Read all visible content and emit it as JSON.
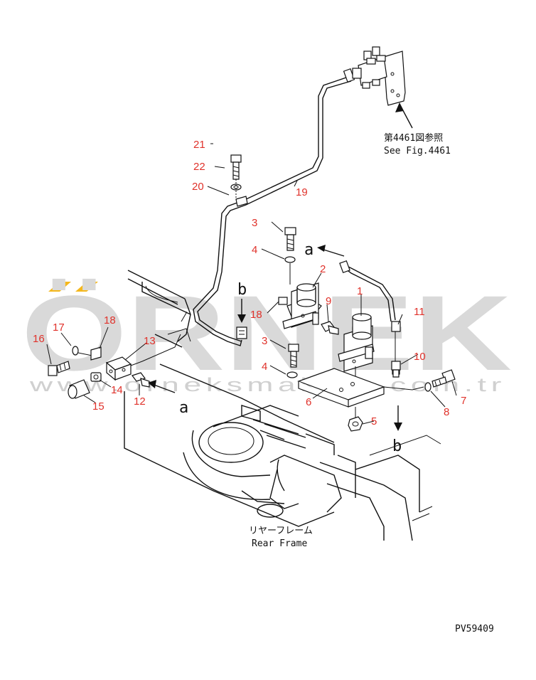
{
  "watermark": {
    "brand": "ÖRNEK",
    "url": "www.orneksmakina.com.tr",
    "accent_color": "#f5b81c",
    "text_color": "#d9d9d9"
  },
  "callouts": [
    "1",
    "2",
    "3",
    "4",
    "3",
    "4",
    "5",
    "6",
    "7",
    "8",
    "9",
    "10",
    "11",
    "12",
    "13",
    "14",
    "15",
    "16",
    "17",
    "18",
    "18",
    "19",
    "20",
    "21",
    "22"
  ],
  "view_labels": {
    "a_top": "a",
    "a_left": "a",
    "b_top": "b",
    "b_bottom": "b"
  },
  "reference": {
    "jp": "第4461図参照",
    "en": "See Fig.4461"
  },
  "frame_label": {
    "jp": "リヤーフレーム",
    "en": "Rear Frame"
  },
  "drawing_code": "PV59409",
  "colors": {
    "callout": "#e0322b",
    "line": "#111111"
  }
}
